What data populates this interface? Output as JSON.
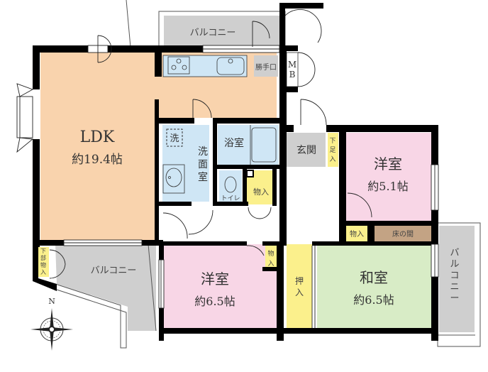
{
  "colors": {
    "ldk": "#f9d3ad",
    "wet": "#cfe6f5",
    "western": "#f8d6e6",
    "japanese": "#d8ecc6",
    "storage": "#fbf08c",
    "balcony": "#cfcfcf",
    "entrance": "#cfcfcf",
    "tokonoma": "#c3a384",
    "wall": "#000000",
    "text": "#333333"
  },
  "rooms": {
    "ldk": {
      "name": "LDK",
      "size": "約19.4帖"
    },
    "western1": {
      "name": "洋室",
      "size": "約5.1帖"
    },
    "western2": {
      "name": "洋室",
      "size": "約6.5帖"
    },
    "japanese": {
      "name": "和室",
      "size": "約6.5帖"
    },
    "bathroom": {
      "name": "浴室"
    },
    "washroom": {
      "name": "洗面室",
      "chars": [
        "洗",
        "面",
        "室"
      ]
    },
    "washer": {
      "name": "洗"
    },
    "toilet": {
      "name": "トイレ"
    },
    "entrance": {
      "name": "玄関"
    },
    "service_door": {
      "name": "勝手口"
    },
    "mb": {
      "name": "MB",
      "chars": [
        "M",
        "B"
      ]
    },
    "shoe_storage": {
      "name": "下足入",
      "chars": [
        "下",
        "足",
        "入"
      ]
    },
    "storage_hall": {
      "name": "物入"
    },
    "storage_western1": {
      "name": "物入"
    },
    "storage_western2": {
      "name": "物入",
      "chars": [
        "物",
        "入"
      ]
    },
    "oshiire": {
      "name": "押入",
      "chars": [
        "押",
        "入"
      ]
    },
    "tokonoma": {
      "name": "床の間"
    },
    "lower_storage": {
      "name": "下部物入",
      "chars": [
        "下",
        "部",
        "物",
        "入"
      ]
    }
  },
  "balconies": {
    "top": {
      "name": "バルコニー"
    },
    "left": {
      "name": "バルコニー"
    },
    "right": {
      "name": "バルコニー",
      "chars": [
        "バ",
        "ル",
        "コ",
        "ニ",
        "ー"
      ]
    }
  },
  "compass": {
    "label": "N"
  }
}
